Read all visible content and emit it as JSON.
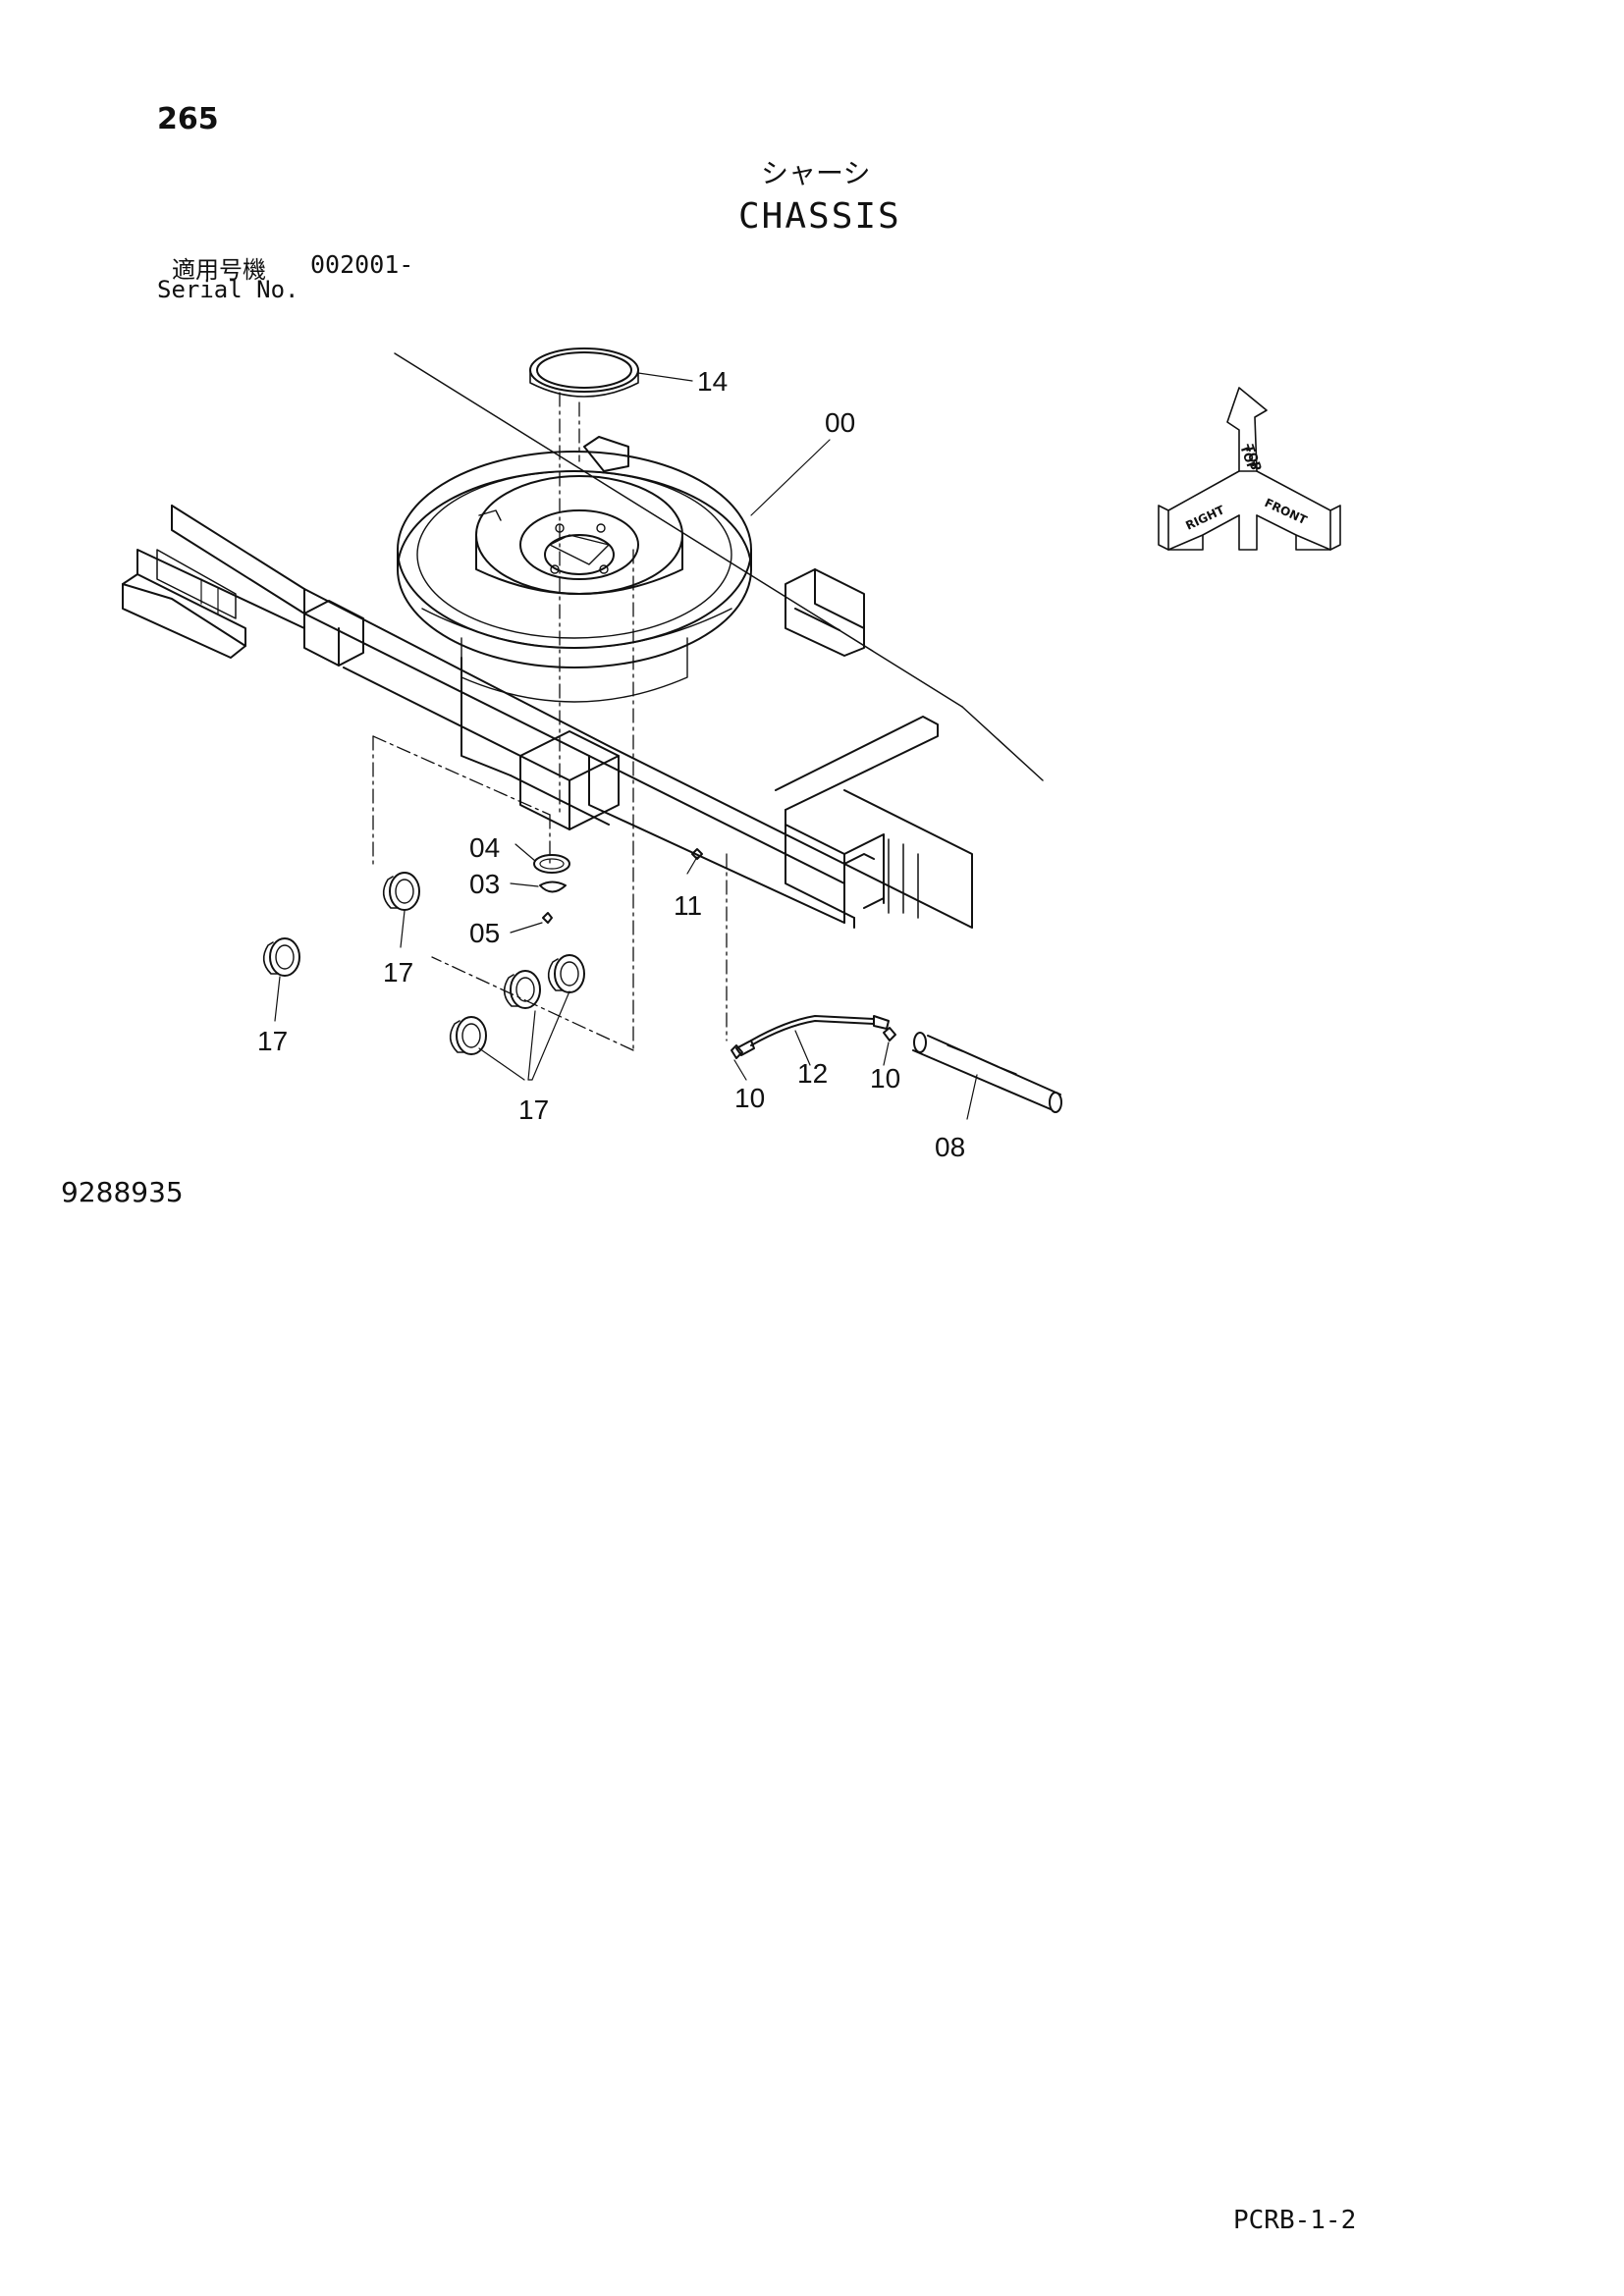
{
  "header": {
    "page_number": "265",
    "title_jp": "シャーシ",
    "title_en": "CHASSIS",
    "serial_label_jp": "適用号機",
    "serial_value": "002001-",
    "serial_label_en": "Serial No."
  },
  "callouts": {
    "c14": "14",
    "c00": "00",
    "c04": "04",
    "c03": "03",
    "c05": "05",
    "c11": "11",
    "c17a": "17",
    "c17b": "17",
    "c17c": "17",
    "c12": "12",
    "c10a": "10",
    "c10b": "10",
    "c08": "08"
  },
  "orientation": {
    "top": "TOP",
    "right": "RIGHT",
    "front": "FRONT"
  },
  "footer": {
    "reference_number": "9288935",
    "page_code": "PCRB-1-2"
  }
}
